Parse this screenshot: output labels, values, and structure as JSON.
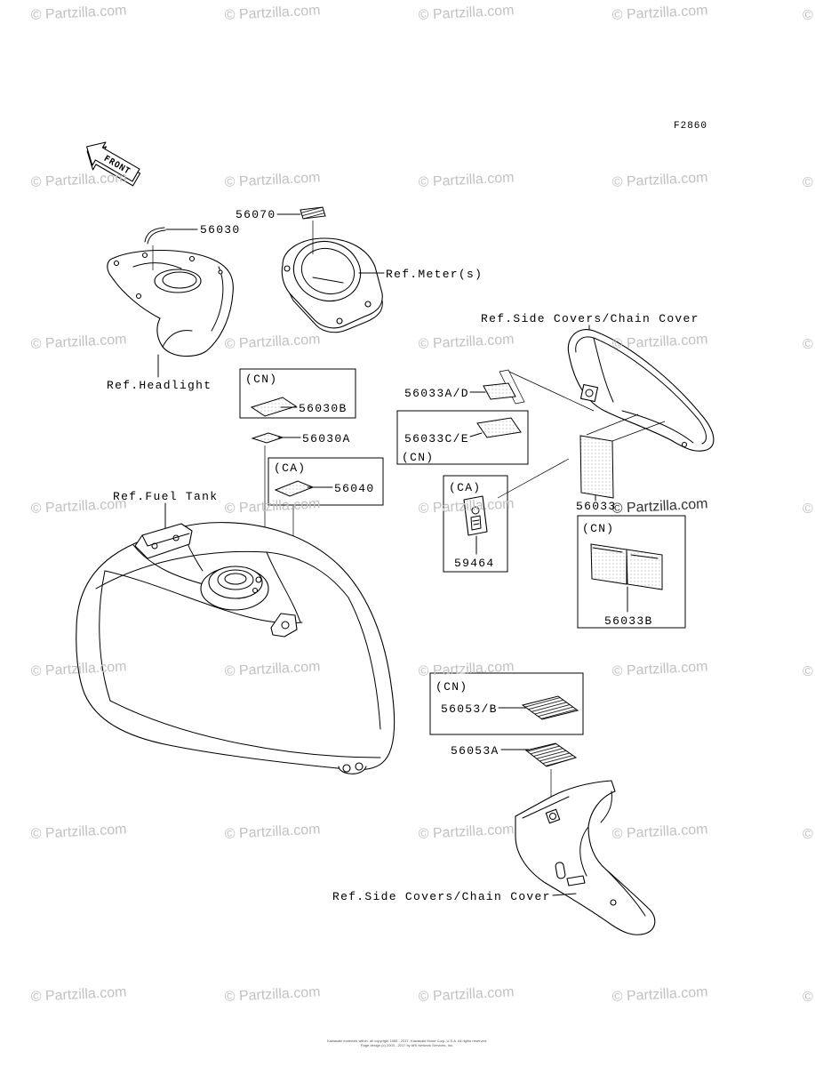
{
  "diagram": {
    "figure_code": "F2860",
    "direction_label": "FRONT",
    "watermark": "© Partzilla.com",
    "watermark_edge": "©",
    "footer_line1": "Kawasaki materials within, all copyright 1985 - 2017, Kawasaki Motor Corp.,U.S.A. All rights reserved.",
    "footer_line2": "Page design (c) 2003 - 2017 by ARI Network Services, Inc."
  },
  "references": {
    "meter": "Ref.Meter(s)",
    "side_covers_upper": "Ref.Side Covers/Chain Cover",
    "headlight": "Ref.Headlight",
    "fuel_tank": "Ref.Fuel Tank",
    "side_covers_lower": "Ref.Side Covers/Chain Cover"
  },
  "callouts": {
    "part_56070": "56070",
    "part_56030": "56030",
    "part_56030B": "56030B",
    "part_56033AD": "56033A/D",
    "part_56030A": "56030A",
    "part_56033CE": "56033C/E",
    "part_56040": "56040",
    "part_56033": "56033",
    "part_59464": "59464",
    "part_56033B": "56033B",
    "part_56053B": "56053/B",
    "part_56053A": "56053A"
  },
  "market_boxes": {
    "box_56030B": "(CN)",
    "box_56040": "(CA)",
    "box_56033CE": "(CN)",
    "box_59464": "(CA)",
    "box_56033B": "(CN)",
    "box_56053B": "(CN)"
  },
  "colors": {
    "ink": "#000000",
    "watermark": "#c2c2c2",
    "watermark_dark": "#333333",
    "background": "#ffffff"
  },
  "icons": {
    "direction": "front-arrow-icon"
  }
}
